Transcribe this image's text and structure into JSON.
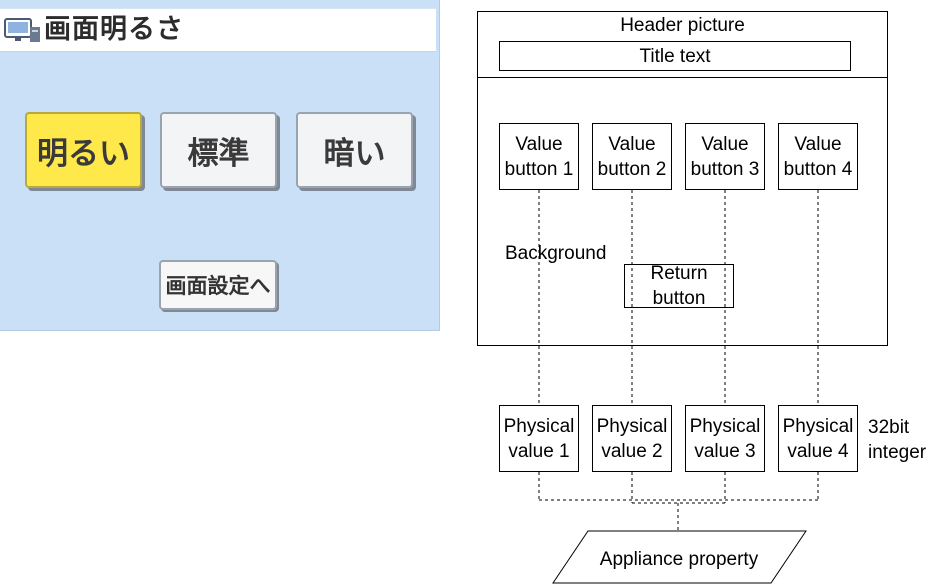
{
  "ui": {
    "title": "画面明るさ",
    "icon": "monitor-icon",
    "buttons": [
      {
        "label": "明るい",
        "selected": true
      },
      {
        "label": "標準",
        "selected": false
      },
      {
        "label": "暗い",
        "selected": false
      }
    ],
    "return_label": "画面設定へ",
    "colors": {
      "background": "#c9e0f7",
      "selected": "#ffe84a"
    }
  },
  "diagram": {
    "header_label": "Header picture",
    "title_text_label": "Title text",
    "background_label": "Background",
    "value_buttons": [
      {
        "line1": "Value",
        "line2": "button 1"
      },
      {
        "line1": "Value",
        "line2": "button 2"
      },
      {
        "line1": "Value",
        "line2": "button 3"
      },
      {
        "line1": "Value",
        "line2": "button 4"
      }
    ],
    "return_button": {
      "line1": "Return",
      "line2": "button"
    },
    "physical_values": [
      {
        "line1": "Physical",
        "line2": "value 1"
      },
      {
        "line1": "Physical",
        "line2": "value 2"
      },
      {
        "line1": "Physical",
        "line2": "value 3"
      },
      {
        "line1": "Physical",
        "line2": "value 4"
      }
    ],
    "physical_type": {
      "line1": "32bit",
      "line2": "integer"
    },
    "appliance_property": "Appliance property"
  }
}
